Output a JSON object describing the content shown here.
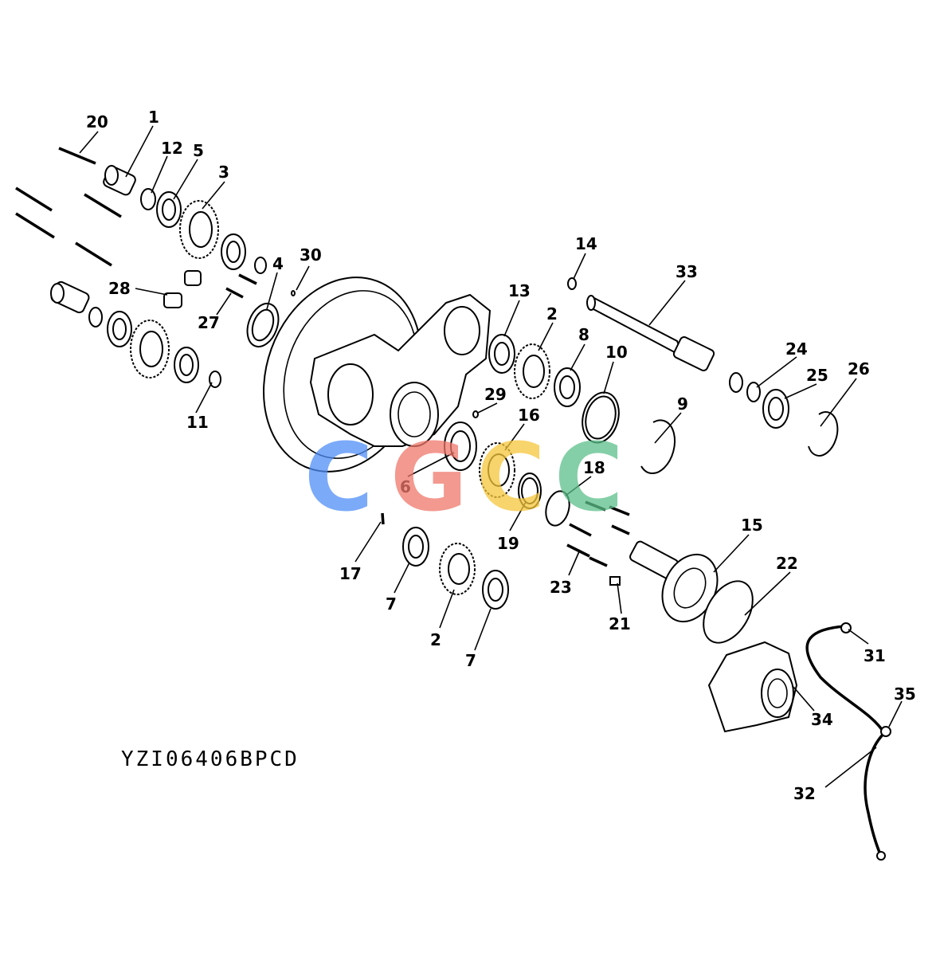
{
  "drawing_id": "YZI06406BPCD",
  "callouts": [
    {
      "id": "20",
      "text": "20"
    },
    {
      "id": "1",
      "text": "1"
    },
    {
      "id": "12",
      "text": "12"
    },
    {
      "id": "5",
      "text": "5"
    },
    {
      "id": "3",
      "text": "3"
    },
    {
      "id": "28",
      "text": "28"
    },
    {
      "id": "27",
      "text": "27"
    },
    {
      "id": "4",
      "text": "4"
    },
    {
      "id": "30",
      "text": "30"
    },
    {
      "id": "11",
      "text": "11"
    },
    {
      "id": "14",
      "text": "14"
    },
    {
      "id": "33",
      "text": "33"
    },
    {
      "id": "13",
      "text": "13"
    },
    {
      "id": "2a",
      "text": "2"
    },
    {
      "id": "8",
      "text": "8"
    },
    {
      "id": "10",
      "text": "10"
    },
    {
      "id": "24",
      "text": "24"
    },
    {
      "id": "25",
      "text": "25"
    },
    {
      "id": "26",
      "text": "26"
    },
    {
      "id": "29",
      "text": "29"
    },
    {
      "id": "16",
      "text": "16"
    },
    {
      "id": "9",
      "text": "9"
    },
    {
      "id": "6",
      "text": "6"
    },
    {
      "id": "18",
      "text": "18"
    },
    {
      "id": "15",
      "text": "15"
    },
    {
      "id": "22",
      "text": "22"
    },
    {
      "id": "17",
      "text": "17"
    },
    {
      "id": "19",
      "text": "19"
    },
    {
      "id": "7a",
      "text": "7"
    },
    {
      "id": "23",
      "text": "23"
    },
    {
      "id": "2b",
      "text": "2"
    },
    {
      "id": "21",
      "text": "21"
    },
    {
      "id": "7b",
      "text": "7"
    },
    {
      "id": "31",
      "text": "31"
    },
    {
      "id": "34",
      "text": "34"
    },
    {
      "id": "35",
      "text": "35"
    },
    {
      "id": "32",
      "text": "32"
    }
  ],
  "watermark": {
    "letters": [
      "C",
      "G",
      "C",
      "C"
    ],
    "colors": [
      "#4f8ef7",
      "#f0776a",
      "#f6c63c",
      "#5cbf8a"
    ]
  }
}
